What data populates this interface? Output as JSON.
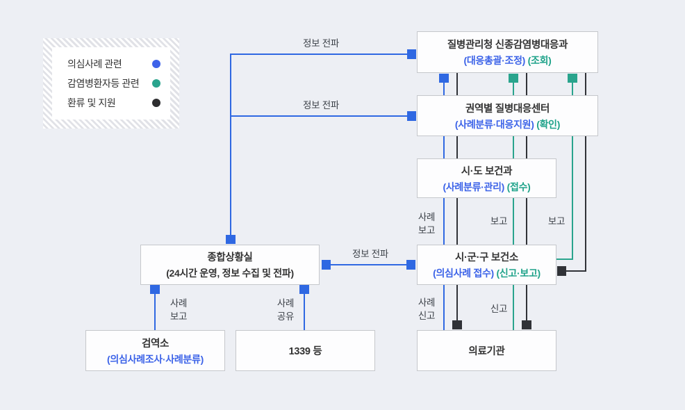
{
  "colors": {
    "background": "#edeff4",
    "box_border": "#c5c7cb",
    "blue": "#2f68e2",
    "teal": "#2aa48d",
    "black": "#303237",
    "sub_text_blue": "#3c63e8",
    "sub_text_teal": "#1fa38a"
  },
  "legend": {
    "items": [
      {
        "name": "suspected-case",
        "label": "의심사례 관련",
        "color": "#3e63e9"
      },
      {
        "name": "infected-patient",
        "label": "감염병환자등 관련",
        "color": "#2aa48d"
      },
      {
        "name": "feedback-support",
        "label": "환류 및 지원",
        "color": "#2e2e30"
      }
    ]
  },
  "boxes": {
    "kdca": {
      "title": "질병관리청 신종감염병대응과",
      "sub_blue": "(대응총괄·조정)",
      "sub_teal": "(조회)"
    },
    "regional": {
      "title": "권역별 질병대응센터",
      "sub_blue": "(사례분류·대응지원)",
      "sub_teal": "(확인)"
    },
    "sido": {
      "title": "시·도 보건과",
      "sub_blue": "(사례분류·관리)",
      "sub_teal": "(접수)"
    },
    "sigungu": {
      "title": "시·군·구 보건소",
      "sub_blue": "(의심사례 접수)",
      "sub_teal": "(신고·보고)"
    },
    "situation": {
      "title": "종합상황실",
      "sub_black": "(24시간 운영, 정보 수집 및 전파)"
    },
    "quarantine": {
      "title": "검역소",
      "sub_blue": "(의심사례조사·사례분류)"
    },
    "call1339": {
      "title": "1339 등"
    },
    "medical": {
      "title": "의료기관"
    }
  },
  "labels": {
    "info_spread_1": "정보 전파",
    "info_spread_2": "정보 전파",
    "info_spread_3": "정보 전파",
    "case_report_bottom": {
      "l1": "사례",
      "l2": "보고"
    },
    "case_share": {
      "l1": "사례",
      "l2": "공유"
    },
    "case_report_right": {
      "l1": "사례",
      "l2": "보고"
    },
    "report_mid": "보고",
    "report_right": "보고",
    "case_notify": {
      "l1": "사례",
      "l2": "신고"
    },
    "notify": "신고"
  }
}
